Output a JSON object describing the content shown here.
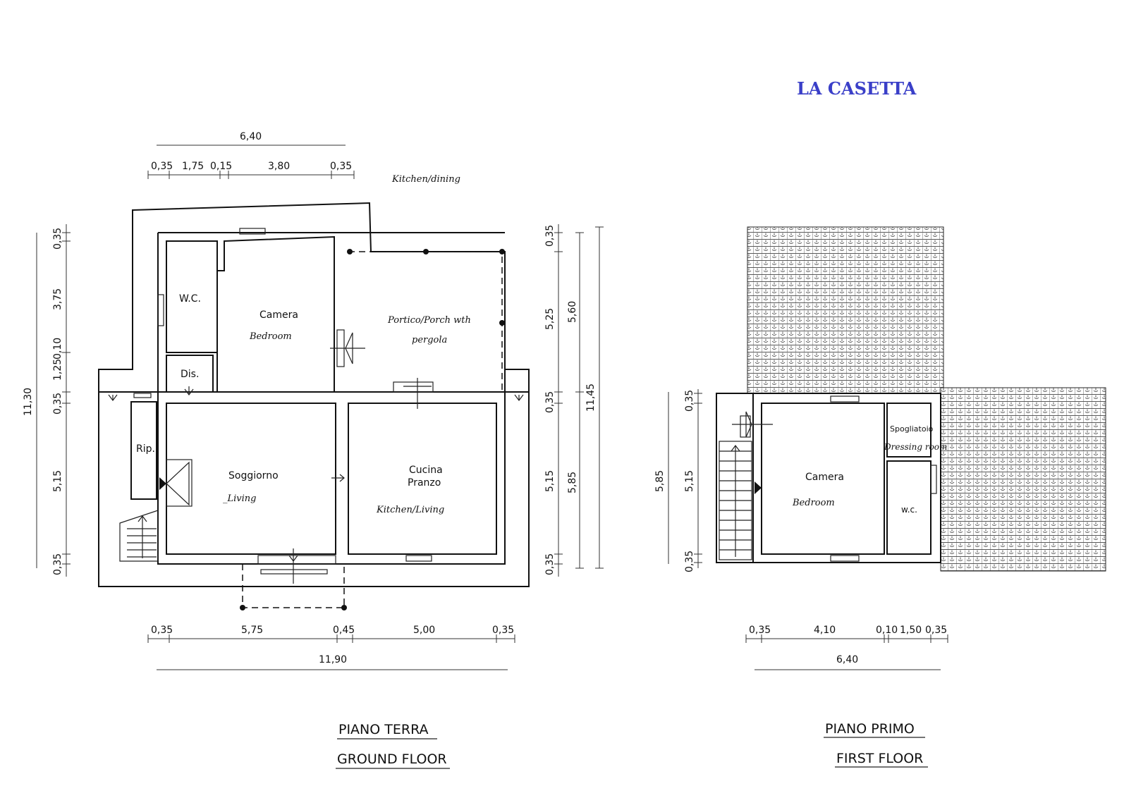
{
  "title": "LA CASETTA",
  "ground_floor": {
    "label_it": "PIANO TERRA",
    "label_en": "GROUND FLOOR",
    "top_total": "6,40",
    "top_dims": [
      "0,35",
      "1,75",
      "0,15",
      "3,80",
      "0,35"
    ],
    "bottom_dims": [
      "0,35",
      "5,75",
      "0,45",
      "5,00",
      "0,35"
    ],
    "bottom_total": "11,90",
    "left_dims": [
      "0,35",
      "3,75",
      "1,25",
      "0,10",
      "0,35",
      "5,15",
      "0,35"
    ],
    "left_total": "11,30",
    "right_dims": [
      "0,35",
      "5,25",
      "0,35",
      "5,15",
      "0,35"
    ],
    "right_totals": [
      "5,60",
      "5,85",
      "11,45"
    ],
    "rooms": {
      "wc": "W.C.",
      "camera": "Camera",
      "bedroom": "Bedroom",
      "dis": "Dis.",
      "portico": "Portico/Porch wth",
      "pergola": "pergola",
      "kitchen_dining": "Kitchen/dining",
      "rip": "Rip.",
      "soggiorno": "Soggiorno",
      "living": "_Living",
      "cucina": "Cucina",
      "pranzo": "Pranzo",
      "kitchen_living": "Kitchen/Living"
    }
  },
  "first_floor": {
    "label_it": "PIANO PRIMO",
    "label_en": "FIRST FLOOR",
    "bottom_dims": [
      "0,35",
      "4,10",
      "0,10",
      "1,50",
      "0,35"
    ],
    "bottom_total": "6,40",
    "left_dims": [
      "0,35",
      "5,15",
      "0,35"
    ],
    "left_total": "5,85",
    "rooms": {
      "camera": "Camera",
      "bedroom": "Bedroom",
      "spogliatoio": "Spogliatoio",
      "dressing": "Dressing room",
      "wc": "w.c."
    }
  }
}
